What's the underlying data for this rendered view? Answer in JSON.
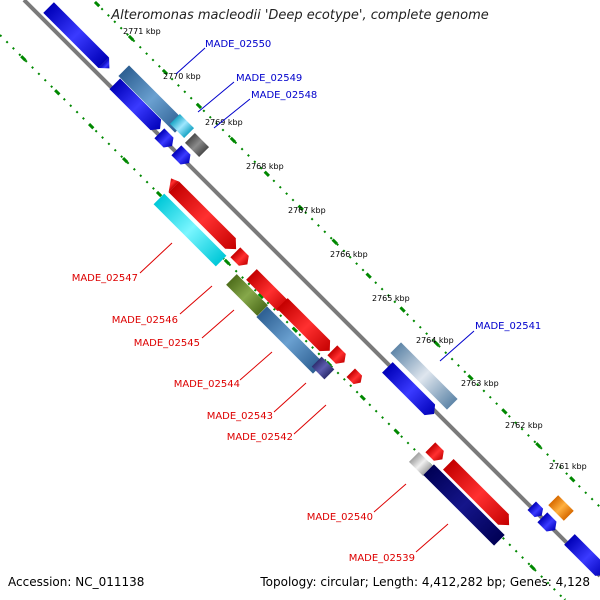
{
  "title": "Alteromonas macleodii 'Deep ecotype', complete genome",
  "footer": {
    "accession": "Accession: NC_011138",
    "topology": "Topology: circular; Length: 4,412,282 bp; Genes: 4,128"
  },
  "colors": {
    "blue_label": "#0000cc",
    "red_label": "#dd0000",
    "backbone": "#7a7a7a",
    "ticks": "#008800"
  },
  "kbp_labels": [
    "2771 kbp",
    "2770 kbp",
    "2769 kbp",
    "2768 kbp",
    "2767 kbp",
    "2766 kbp",
    "2765 kbp",
    "2764 kbp",
    "2763 kbp",
    "2762 kbp",
    "2761 kbp"
  ],
  "gene_labels": {
    "made_02550": "MADE_02550",
    "made_02549": "MADE_02549",
    "made_02548": "MADE_02548",
    "made_02547": "MADE_02547",
    "made_02546": "MADE_02546",
    "made_02545": "MADE_02545",
    "made_02544": "MADE_02544",
    "made_02543": "MADE_02543",
    "made_02542": "MADE_02542",
    "made_02541": "MADE_02541",
    "made_02540": "MADE_02540",
    "made_02539": "MADE_02539"
  }
}
